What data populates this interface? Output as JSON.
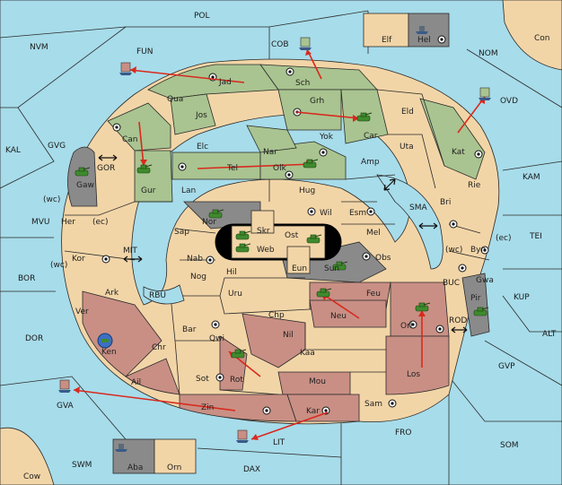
{
  "sea_labels": [
    "POL",
    "NVM",
    "FUN",
    "COB",
    "NOM",
    "KAL",
    "GVG",
    "GOR",
    "MVU",
    "BOR",
    "DOR",
    "MIT",
    "RBU",
    "SMA",
    "KAM",
    "TEI",
    "BUC",
    "KUP",
    "ALT",
    "ROD",
    "GVP",
    "FRO",
    "SOM",
    "LIT",
    "DAX",
    "SWM",
    "GVA"
  ],
  "land_labels": [
    "Elf",
    "Hel",
    "Con",
    "Jad",
    "Sch",
    "Qua",
    "Jos",
    "Grh",
    "Eld",
    "OVD",
    "Car",
    "Can",
    "Elc",
    "Nar",
    "Yok",
    "Uta",
    "Kat",
    "Gaw",
    "Tel",
    "Olk",
    "Amp",
    "Gur",
    "Lan",
    "Hug",
    "Rie",
    "(wc)",
    "Her",
    "(ec)",
    "Nor",
    "Wil",
    "Esm",
    "Bri",
    "Skr",
    "Ost",
    "Mel",
    "Sap",
    "Web",
    "(wc)",
    "(ec)",
    "Byn",
    "Kor",
    "Nab",
    "Eun",
    "Sun",
    "Obs",
    "(wc)",
    "Gwa",
    "Hil",
    "Nog",
    "Uru",
    "Feu",
    "Ark",
    "Pir",
    "Chp",
    "Neu",
    "Orl",
    "Ver",
    "Bar",
    "Qwi",
    "Nil",
    "Ken",
    "Chr",
    "Kaa",
    "Rot",
    "Sot",
    "Ail",
    "Mou",
    "Los",
    "Zin",
    "Kar",
    "Sam",
    "Cow",
    "Aba",
    "Orn"
  ],
  "colors": {
    "sea": "#a7dcea",
    "land": "#f2d5a7",
    "green": "#a9c490",
    "red": "#c98f84",
    "gray": "#8a8a8a",
    "arrow": "#d9291e"
  },
  "icons": [
    "tank-icon",
    "fleet-icon",
    "supply-center-icon",
    "two-way-arrow-icon"
  ]
}
